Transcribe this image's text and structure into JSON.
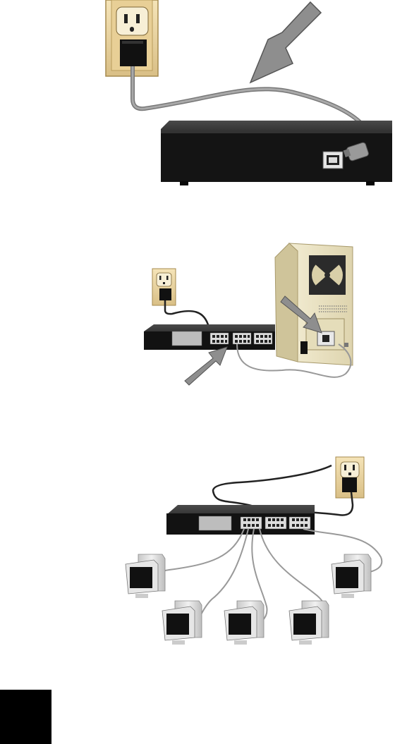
{
  "figure": {
    "panels": [
      {
        "id": "step-1",
        "depicts": [
          "wall-outlet",
          "power-adapter",
          "power-cord",
          "network-switch-rear",
          "power-port",
          "pointer-arrow"
        ]
      },
      {
        "id": "step-2",
        "depicts": [
          "wall-outlet",
          "power-adapter",
          "network-switch-front",
          "computer-tower",
          "network-cable",
          "pointer-arrow"
        ]
      },
      {
        "id": "step-3",
        "depicts": [
          "wall-outlet",
          "power-adapter",
          "network-switch-front",
          "network-cables",
          "computer-workstations"
        ]
      }
    ],
    "workstation_count": 5,
    "page_tab": {
      "color": "#000000"
    }
  },
  "colors": {
    "outlet_plate": "#efd9a5",
    "device_body": "#1b1b1b",
    "pointer_arrow": "#8e8e8e",
    "cable": "#9a9a9a",
    "tower": "#ece4c4"
  }
}
